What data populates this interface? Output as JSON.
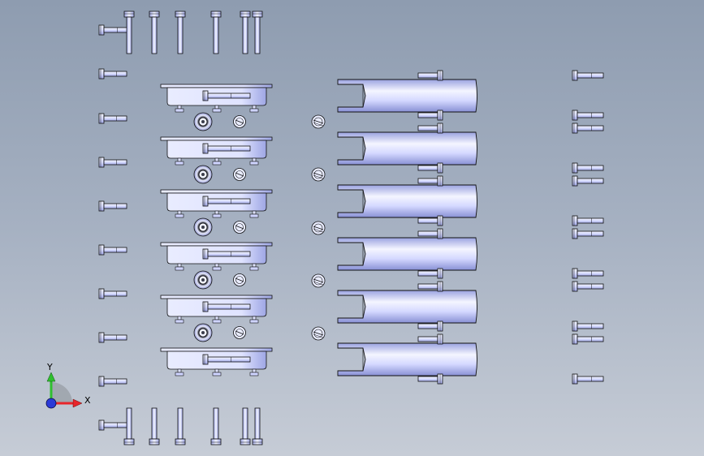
{
  "viewport": {
    "background_top": "#8e9cb0",
    "background_bottom": "#c6ccd6"
  },
  "triad": {
    "x_label": "X",
    "y_label": "Y",
    "x_color": "#e8252b",
    "y_color": "#2fbf2f",
    "z_color": "#2b3ad8"
  },
  "model": {
    "part_fill": "#c3ccff",
    "part_highlight": "#f2f4ff",
    "edge_color": "#111111",
    "housing_count": 6,
    "tube_count": 6,
    "clip_count": 5
  }
}
